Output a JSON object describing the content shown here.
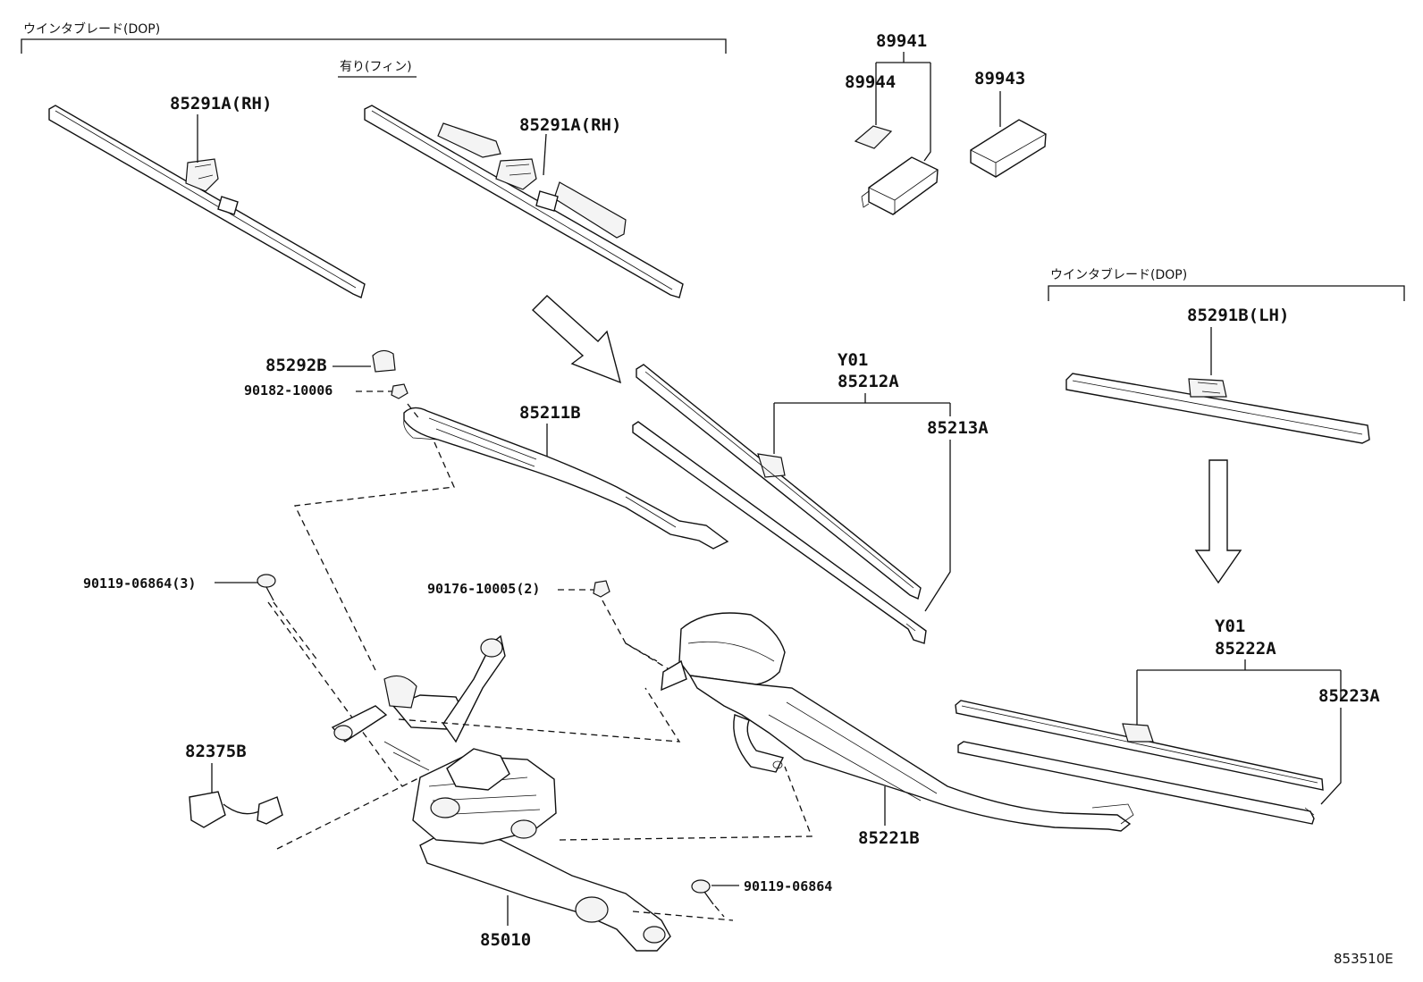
{
  "group_labels": {
    "rh_blade_group": "ウインタブレード(DOP)",
    "fin_variant": "有り(フィン)",
    "lh_blade_group": "ウインタブレード(DOP)"
  },
  "parts": {
    "p85291A_rh_a": "85291A(RH)",
    "p85291A_rh_b": "85291A(RH)",
    "p89941": "89941",
    "p89944": "89944",
    "p89943": "89943",
    "p85291B_lh": "85291B(LH)",
    "p85292B": "85292B",
    "p90182": "90182-10006",
    "p85211B": "85211B",
    "y01_a": "Y01",
    "p85212A": "85212A",
    "p85213A": "85213A",
    "p90119_3": "90119-06864(3)",
    "p90176": "90176-10005(2)",
    "y01_b": "Y01",
    "p85222A": "85222A",
    "p85223A": "85223A",
    "p82375B": "82375B",
    "p85221B": "85221B",
    "p90119": "90119-06864",
    "p85010": "85010"
  },
  "figure_ref": "853510E"
}
